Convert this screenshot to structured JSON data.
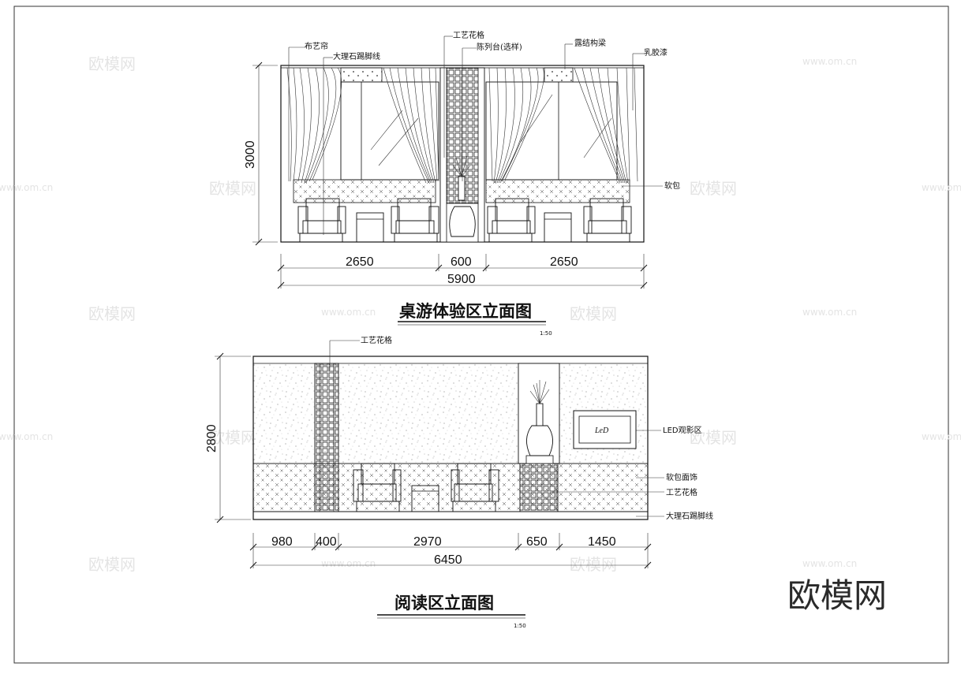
{
  "watermark": {
    "logo": "欧模网",
    "url": "www.om.cn"
  },
  "elevation_top": {
    "title": "桌游体验区立面图",
    "scale": "1:50",
    "labels": {
      "curtain": "布艺帘",
      "marble_base": "大理石踢脚线",
      "lattice": "工艺花格",
      "display_stand": "陈列台(选样)",
      "beam": "露结构梁",
      "latex_paint": "乳胶漆",
      "soft_pack": "软包"
    },
    "height_dim": "3000",
    "dims": [
      "2650",
      "600",
      "2650"
    ],
    "total_dim": "5900"
  },
  "elevation_bottom": {
    "title": "阅读区立面图",
    "scale": "1:50",
    "labels": {
      "lattice_top": "工艺花格",
      "led": "LED观影区",
      "soft_wall": "软包面饰",
      "lattice": "工艺花格",
      "marble_base": "大理石踢脚线"
    },
    "screen_text": "LeD",
    "height_dim": "2800",
    "dims": [
      "980",
      "400",
      "2970",
      "650",
      "1450"
    ],
    "total_dim": "6450"
  },
  "corner_logo": "欧模网"
}
